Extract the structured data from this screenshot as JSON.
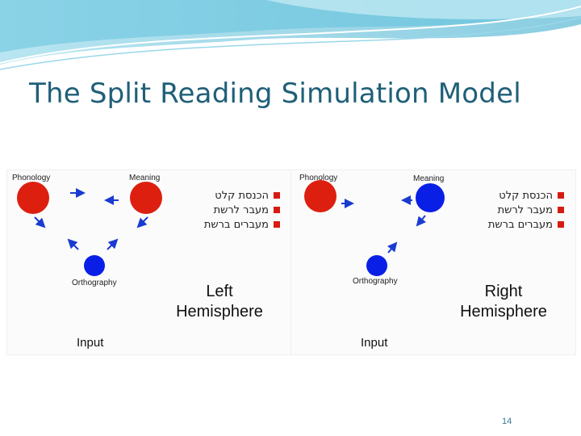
{
  "slide": {
    "title": "The Split Reading Simulation Model",
    "page_number": "14"
  },
  "colors": {
    "phonology_node": "#dd1f10",
    "meaning_left": "#dd1f10",
    "meaning_right": "#0a1fe6",
    "orthography_node": "#0a1fe6",
    "arrow": "#1a3bd0",
    "legend_square": "#d61b12",
    "title": "#1f5f78"
  },
  "panels": {
    "left": {
      "phonology_label": "Phonology",
      "meaning_label": "Meaning",
      "orthography_label": "Orthography",
      "hemisphere_line1": "Left",
      "hemisphere_line2": "Hemisphere",
      "input_label": "Input",
      "legend": [
        "הכנסת קלט",
        "מעבר לרשת",
        "מעברים ברשת"
      ]
    },
    "right": {
      "phonology_label": "Phonology",
      "meaning_label": "Meaning",
      "orthography_label": "Orthography",
      "hemisphere_line1": "Right",
      "hemisphere_line2": "Hemisphere",
      "input_label": "Input",
      "legend": [
        "הכנסת קלט",
        "מעבר לרשת",
        "מעברים ברשת"
      ]
    }
  }
}
